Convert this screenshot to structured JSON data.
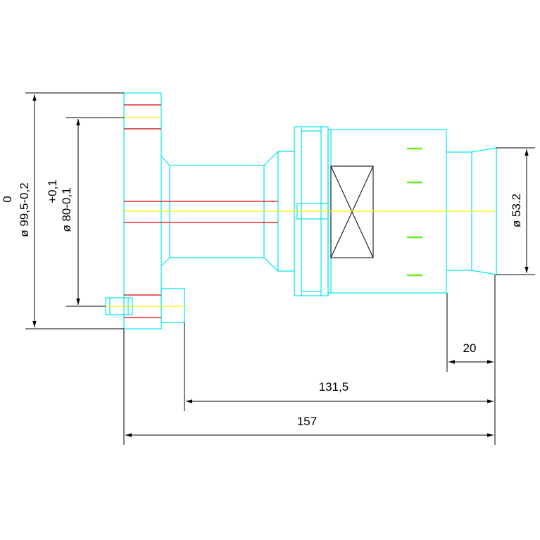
{
  "dimensions": {
    "flange_diameter": {
      "label": "ø 99,5-0,2",
      "upper_tolerance": "0"
    },
    "bolt_circle_diameter": {
      "label": "ø 80-0,1",
      "upper_tolerance": "+0,1"
    },
    "body_diameter": {
      "label": "ø 53.2"
    },
    "end_length": {
      "label": "20"
    },
    "mid_length": {
      "label": "131,5"
    },
    "overall_length": {
      "label": "157"
    }
  },
  "colors": {
    "outline": "#00e5ee",
    "centerline": "#ffff00",
    "hidden": "#e00000",
    "dimension": "#000000",
    "marker": "#66ee22"
  }
}
